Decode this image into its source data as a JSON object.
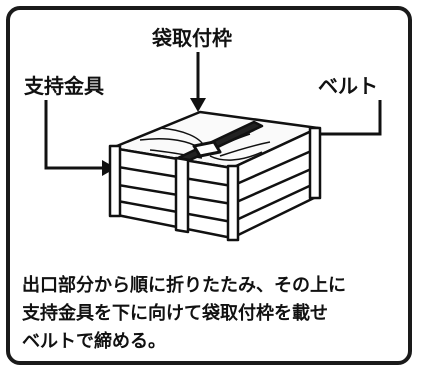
{
  "labels": {
    "frame": "袋取付枠",
    "bracket": "支持金具",
    "belt": "ベルト"
  },
  "caption": {
    "line1": "出口部分から順に折りたたみ、その上に",
    "line2": "支持金具を下に向けて袋取付枠を載せ",
    "line3": "ベルトで締める。"
  }
}
